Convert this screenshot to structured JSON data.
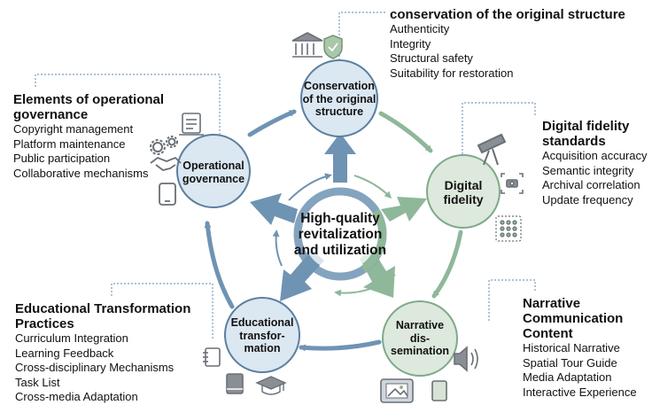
{
  "center": {
    "lines": [
      "High-quality",
      "revitalization",
      "and utilization"
    ]
  },
  "nodes": {
    "conservation": {
      "lines": [
        "Conservation",
        "of the original",
        "structure"
      ]
    },
    "digital": {
      "lines": [
        "Digital",
        "fidelity"
      ]
    },
    "narrative": {
      "lines": [
        "Narrative",
        "dis-",
        "semination"
      ]
    },
    "educational": {
      "lines": [
        "Educational",
        "transfor-",
        "mation"
      ]
    },
    "operational": {
      "lines": [
        "Operational",
        "governance"
      ]
    }
  },
  "blocks": {
    "conservation": {
      "title": [
        "conservation of the original structure"
      ],
      "items": [
        "Authenticity",
        "Integrity",
        "Structural safety",
        "Suitability for restoration"
      ]
    },
    "operational": {
      "title": [
        "Elements of operational",
        "governance"
      ],
      "items": [
        "Copyright management",
        "Platform maintenance",
        "Public participation",
        "Collaborative mechanisms"
      ]
    },
    "digital": {
      "title": [
        "Digital fidelity",
        "standards"
      ],
      "items": [
        "Acquisition accuracy",
        "Semantic integrity",
        "Archival correlation",
        "Update frequency"
      ]
    },
    "educational": {
      "title": [
        "Educational Transformation",
        "Practices"
      ],
      "items": [
        "Curriculum Integration",
        "Learning Feedback",
        "Cross-disciplinary Mechanisms",
        "Task List",
        "Cross-media Adaptation"
      ]
    },
    "narrative": {
      "title": [
        "Narrative",
        "Communication",
        "Content"
      ],
      "items": [
        "Historical Narrative",
        "Spatial Tour Guide",
        "Media Adaptation",
        "Interactive Experience"
      ]
    }
  },
  "colors": {
    "blue_fill": "#dbe7f1",
    "blue_stroke": "#5a7fa0",
    "blue_arrow": "#6f93b3",
    "green_fill": "#dde9dc",
    "green_stroke": "#7fa98a",
    "green_arrow": "#8fb79a",
    "icon_gray": "#8a8f96",
    "dotted": "#7a9cc0"
  }
}
